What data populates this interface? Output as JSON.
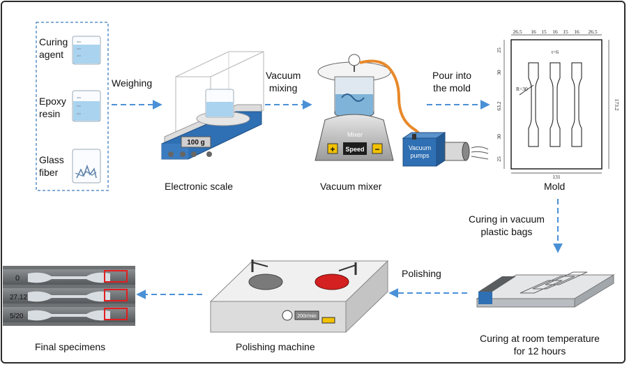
{
  "materials": {
    "curing_agent": [
      "Curing",
      "agent"
    ],
    "epoxy_resin": [
      "Epoxy",
      "resin"
    ],
    "glass_fiber": [
      "Glass",
      "fiber"
    ]
  },
  "steps": {
    "weighing": "Weighing",
    "vacuum_mixing": [
      "Vacuum",
      "mixing"
    ],
    "pour_into_mold": [
      "Pour into",
      "the mold"
    ],
    "curing_vacuum": [
      "Curing in vacuum",
      "plastic bags"
    ],
    "polishing": "Polishing"
  },
  "stations": {
    "electronic_scale": "Electronic scale",
    "vacuum_mixer": "Vacuum mixer",
    "mold": "Mold",
    "curing_room_temp": [
      "Curing at room temperature",
      "for 12 hours"
    ],
    "polishing_machine": "Polishing machine",
    "final_specimens": "Final specimens"
  },
  "devices": {
    "scale_display": "100 g",
    "mixer_name": "Mixer",
    "mixer_speed": "Speed",
    "mixer_plus": "+",
    "mixer_minus": "−",
    "vacuum_pumps": [
      "Vacuum",
      "pumps"
    ],
    "polisher_display": "200r/min"
  },
  "mold_dims": {
    "top": [
      "26.5",
      "16",
      "15",
      "16",
      "15",
      "16",
      "26.5"
    ],
    "t": "t=6",
    "radius": "R=30",
    "left": [
      "25",
      "30",
      "63.2",
      "30",
      "25"
    ],
    "right": "173.2",
    "bottom": "131"
  },
  "specimen_marks": [
    "0",
    "27.12",
    "5/20"
  ],
  "colors": {
    "arrow": "#4a90d6",
    "dashed_box": "#5b8fc7",
    "liquid": "#a9d3ef",
    "scale_blue": "#2f6fb3",
    "polish_red": "#d42020",
    "hose": "#e8892a"
  }
}
